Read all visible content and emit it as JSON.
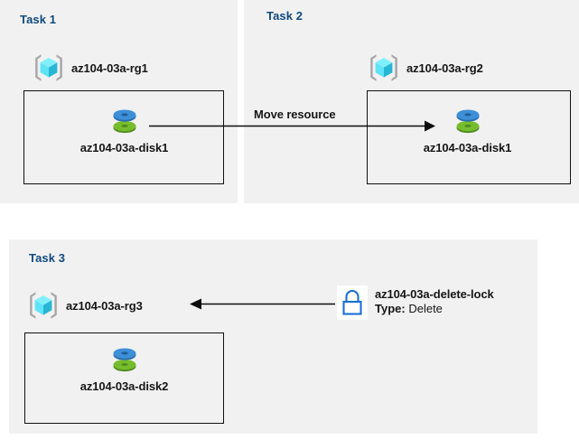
{
  "diagram": {
    "title": "Azure resource group tasks diagram",
    "background_color": "#ffffff",
    "panel_color": "#f1f1f1",
    "title_color": "#10497e",
    "text_color": "#161616",
    "line_color": "#0d0d0d"
  },
  "panels": [
    {
      "id": "task1",
      "title": "Task 1",
      "resource_group": {
        "label": "az104-03a-rg1",
        "icon": "resource-group-icon"
      },
      "resource": {
        "label": "az104-03a-disk1",
        "icon": "managed-disk-icon"
      }
    },
    {
      "id": "task2",
      "title": "Task 2",
      "resource_group": {
        "label": "az104-03a-rg2",
        "icon": "resource-group-icon"
      },
      "resource": {
        "label": "az104-03a-disk1",
        "icon": "managed-disk-icon"
      }
    },
    {
      "id": "task3",
      "title": "Task 3",
      "resource_group": {
        "label": "az104-03a-rg3",
        "icon": "resource-group-icon"
      },
      "resource": {
        "label": "az104-03a-disk2",
        "icon": "managed-disk-icon"
      }
    }
  ],
  "connectors": {
    "move_resource": {
      "label": "Move resource",
      "direction": "right",
      "from": "az104-03a-disk1 (Task 1)",
      "to": "az104-03a-disk1 (Task 2)"
    },
    "lock_applies_to": {
      "label": "",
      "direction": "left",
      "from": "az104-03a-delete-lock",
      "to": "az104-03a-rg3"
    }
  },
  "lock": {
    "icon": "lock-icon",
    "name": "az104-03a-delete-lock",
    "type_key": "Type:",
    "type_value": "Delete"
  },
  "colors": {
    "cube_top": "#7ff0fb",
    "cube_left": "#5fe3f7",
    "cube_right": "#27b7d4",
    "bracket": "#a6a6a6",
    "disk_blue": "#3d8fd8",
    "disk_green": "#76bc2d",
    "lock_blue": "#1a6fd4",
    "panel": "#f1f1f1",
    "heading": "#10497e"
  }
}
